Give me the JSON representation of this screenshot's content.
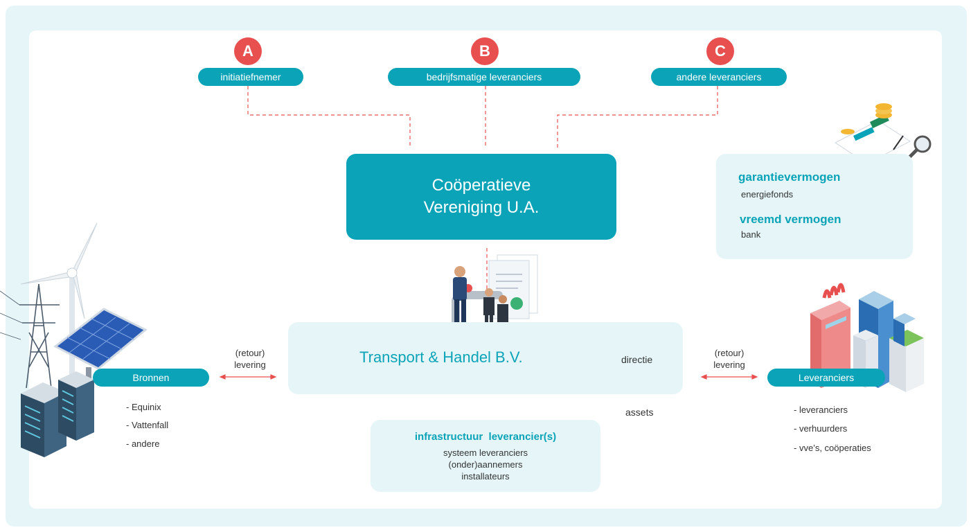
{
  "nodes": {
    "a": {
      "letter": "A",
      "label": "initiatiefnemer"
    },
    "b": {
      "letter": "B",
      "label": "bedrijfsmatige leveranciers"
    },
    "c": {
      "letter": "C",
      "label": "andere leveranciers"
    }
  },
  "coop": {
    "line1": "Coöperatieve",
    "line2": "Vereniging U.A."
  },
  "funding": {
    "guarantee_title": "garantievermogen",
    "guarantee_sub": "energiefonds",
    "debt_title": "vreemd vermogen",
    "debt_sub": "bank"
  },
  "transport": {
    "title": "Transport & Handel B.V.",
    "directie": "directie",
    "assets": "assets"
  },
  "left_flow": {
    "line1": "(retour)",
    "line2": "levering"
  },
  "right_flow": {
    "line1": "(retour)",
    "line2": "levering"
  },
  "bronnen": {
    "label": "Bronnen",
    "items": [
      "- Equinix",
      "- Vattenfall",
      "- andere"
    ]
  },
  "leveranciers": {
    "label": "Leveranciers",
    "items": [
      "- leveranciers",
      "- verhuurders",
      "- vve’s, coöperaties"
    ]
  },
  "infra": {
    "title": "infrastructuur  leverancier(s)",
    "lines": [
      "systeem leveranciers",
      "(onder)aannemers",
      "installateurs"
    ]
  },
  "colors": {
    "teal": "#0aa3b7",
    "red": "#e85050",
    "panel": "#e6f6f8"
  }
}
